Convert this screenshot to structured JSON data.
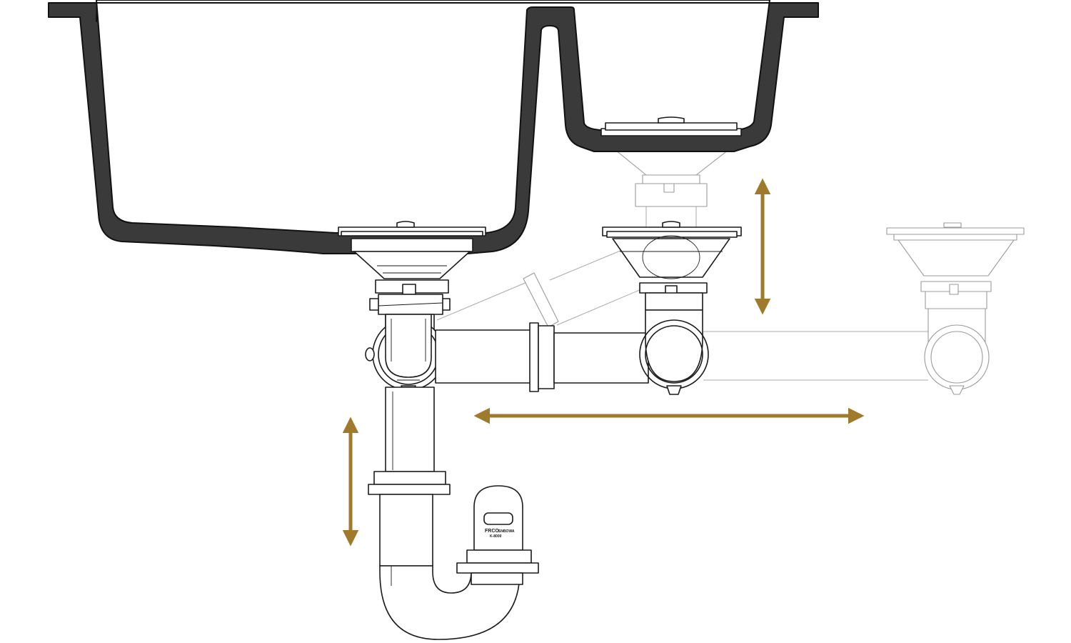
{
  "colors": {
    "background": "#ffffff",
    "sink_body": "#3a3a3a",
    "line_art": "#1a1a1a",
    "ghost_parts": "#9a9a9a",
    "adjustment_arrows": "#a07a2c"
  },
  "trap_label": {
    "brand": "FRCO",
    "line2": "SNBOWA",
    "line3": "K-8000"
  },
  "icons": {
    "vertical_arrow_left": "double-headed-arrow-vertical-icon",
    "vertical_arrow_right": "double-headed-arrow-vertical-icon",
    "horizontal_arrow": "double-headed-arrow-horizontal-icon"
  }
}
